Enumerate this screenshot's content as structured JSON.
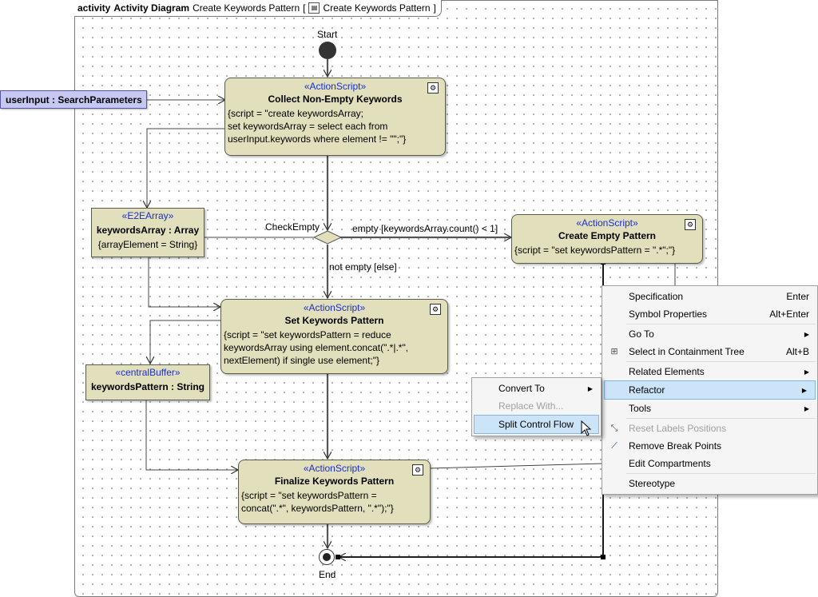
{
  "diagram": {
    "frame_kind": "activity",
    "frame_type": "Activity Diagram",
    "frame_name": "Create Keywords Pattern",
    "frame_bracket_open": "[",
    "frame_target": "Create Keywords Pattern",
    "frame_bracket_close": "]",
    "start_label": "Start",
    "end_label": "End",
    "parameter": "userInput : SearchParameters",
    "decision_label": "CheckEmpty",
    "guard_empty": "empty [keywordsArray.count() < 1]",
    "guard_not_empty": "not empty [else]",
    "actions": {
      "collect": {
        "stereotype": "«ActionScript»",
        "name": "Collect Non-Empty Keywords",
        "script": "{script = \"create keywordsArray;\nset keywordsArray = select each from\nuserInput.keywords where element != \"\";\"}"
      },
      "create_empty": {
        "stereotype": "«ActionScript»",
        "name": "Create Empty Pattern",
        "script": "{script = \"set keywordsPattern = \".*\";\"}"
      },
      "set_pattern": {
        "stereotype": "«ActionScript»",
        "name": "Set Keywords Pattern",
        "script": "{script = \"set keywordsPattern = reduce\nkeywordsArray using element.concat(\".*|.*\",\nnextElement) if single use element;\"}"
      },
      "finalize": {
        "stereotype": "«ActionScript»",
        "name": "Finalize Keywords Pattern",
        "script": "{script = \"set keywordsPattern =\nconcat(\".*\", keywordsPattern, \".*\");\"}"
      }
    },
    "objects": {
      "keywords_array": {
        "stereotype": "«E2EArray»",
        "name": "keywordsArray : Array",
        "constraint": "{arrayElement = String}"
      },
      "keywords_pattern": {
        "stereotype": "«centralBuffer»",
        "name": "keywordsPattern : String"
      }
    }
  },
  "context_menu": {
    "items": [
      {
        "label": "Specification",
        "shortcut": "Enter"
      },
      {
        "label": "Symbol Properties",
        "shortcut": "Alt+Enter"
      },
      {
        "label": "Go To",
        "submenu": "▶"
      },
      {
        "label": "Select in Containment Tree",
        "shortcut": "Alt+B",
        "icon": "containment-tree-icon"
      },
      {
        "label": "Related Elements",
        "submenu": "▶"
      },
      {
        "label": "Refactor",
        "submenu": "▶",
        "state": "highlighted"
      },
      {
        "label": "Tools",
        "submenu": "▶"
      },
      {
        "label": "Reset Labels Positions",
        "state": "disabled",
        "icon": "reset-labels-icon"
      },
      {
        "label": "Remove Break Points",
        "icon": "remove-break-points-icon"
      },
      {
        "label": "Edit Compartments"
      },
      {
        "label": "Stereotype"
      }
    ]
  },
  "refactor_submenu": {
    "items": [
      {
        "label": "Convert To",
        "submenu": "▶"
      },
      {
        "label": "Replace With...",
        "state": "disabled"
      },
      {
        "label": "Split Control Flow",
        "state": "highlighted"
      }
    ]
  },
  "colors": {
    "action_fill": "#e1dfbc",
    "parameter_fill": "#c7c7f3",
    "stereotype_text": "#1a2fd0",
    "menu_highlight": "#cce4f7"
  }
}
